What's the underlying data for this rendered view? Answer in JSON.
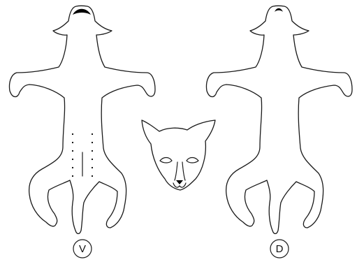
{
  "views": [
    {
      "id": "ventral",
      "label": "V"
    },
    {
      "id": "dorsal",
      "label": "D"
    }
  ],
  "colors": {
    "outline": "#1a1a1a",
    "fill": "#ffffff",
    "nose_tip": "#000000"
  }
}
